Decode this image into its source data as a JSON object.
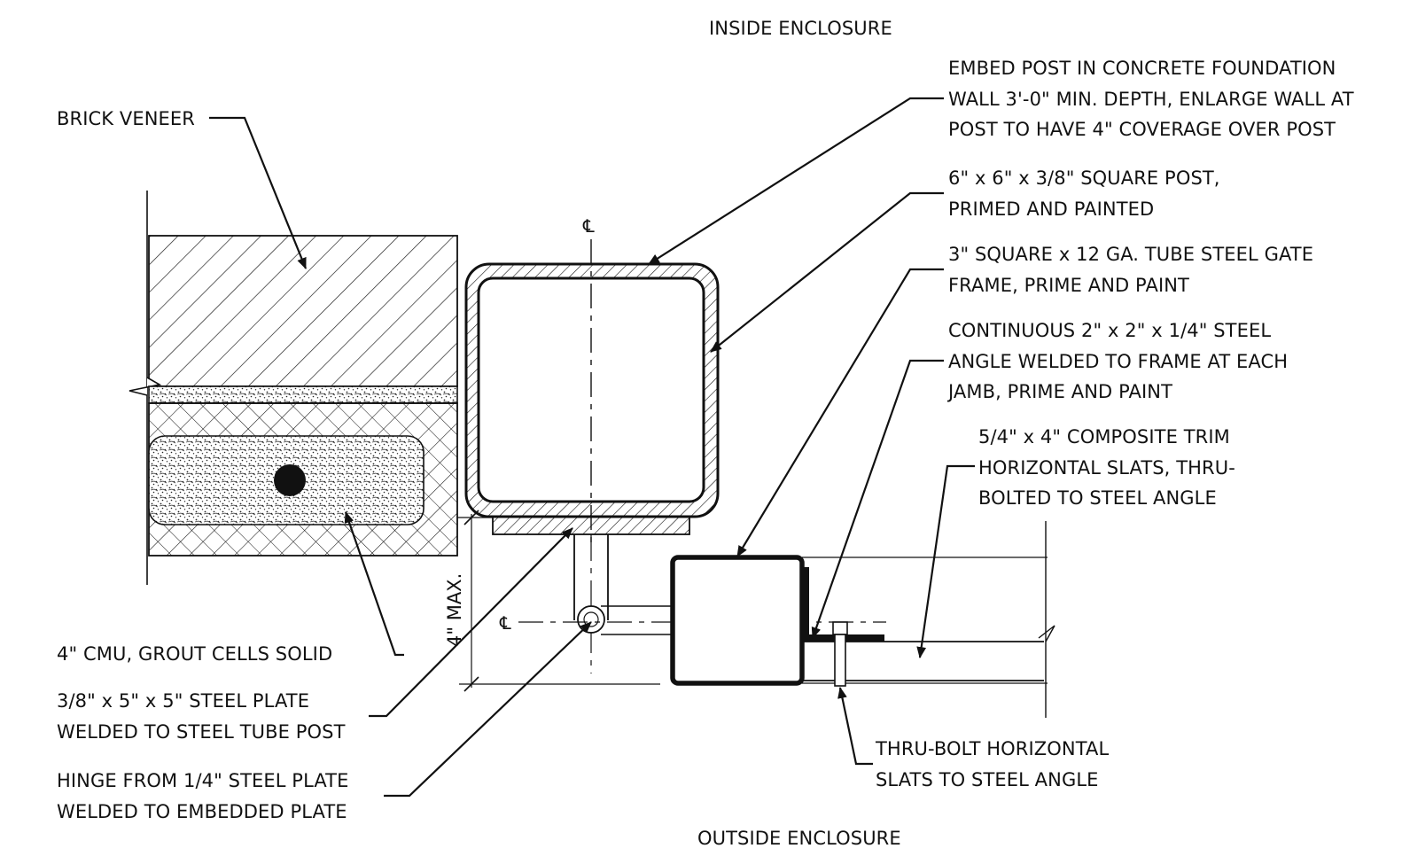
{
  "labels": {
    "inside_enclosure": "INSIDE ENCLOSURE",
    "outside_enclosure": "OUTSIDE ENCLOSURE",
    "brick_veneer": "BRICK VENEER",
    "embed_post": [
      "EMBED POST IN CONCRETE FOUNDATION",
      "WALL 3'-0\" MIN. DEPTH, ENLARGE WALL AT",
      "POST TO HAVE 4\" COVERAGE OVER POST"
    ],
    "square_post": [
      "6\" x 6\" x 3/8\" SQUARE POST,",
      "PRIMED AND PAINTED"
    ],
    "gate_frame": [
      "3\" SQUARE x 12 GA. TUBE STEEL GATE",
      "FRAME, PRIME AND PAINT"
    ],
    "steel_angle": [
      "CONTINUOUS 2\" x 2\" x 1/4\" STEEL",
      "ANGLE WELDED TO FRAME AT EACH",
      "JAMB, PRIME AND PAINT"
    ],
    "composite_trim": [
      "5/4\" x 4\" COMPOSITE TRIM",
      "HORIZONTAL SLATS, THRU-",
      "BOLTED TO STEEL ANGLE"
    ],
    "cmu": "4\" CMU, GROUT CELLS SOLID",
    "steel_plate": [
      "3/8\" x 5\" x 5\" STEEL PLATE",
      "WELDED TO STEEL TUBE POST"
    ],
    "hinge": [
      "HINGE FROM 1/4\" STEEL PLATE",
      "WELDED TO EMBEDDED PLATE"
    ],
    "thru_bolt": [
      "THRU-BOLT HORIZONTAL",
      "SLATS TO STEEL ANGLE"
    ],
    "dimension": "4\" MAX.",
    "centerline_symbol": "℄"
  }
}
